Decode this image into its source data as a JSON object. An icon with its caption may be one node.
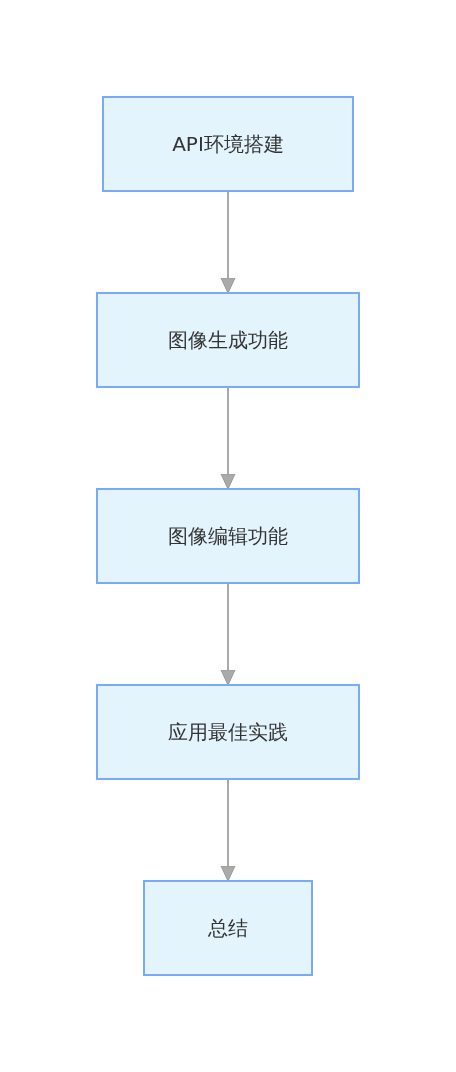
{
  "diagram": {
    "nodes": [
      {
        "text": [
          "API环境搭建"
        ]
      },
      {
        "text": [
          "图像生成功能"
        ]
      },
      {
        "text": [
          "图像编辑功能"
        ]
      },
      {
        "text": [
          "应用最佳实践"
        ]
      },
      {
        "text": [
          "总结"
        ]
      }
    ],
    "edges": [
      {
        "from": 0,
        "to": 1,
        "arrow": "to"
      },
      {
        "from": 1,
        "to": 2,
        "arrow": "to"
      },
      {
        "from": 2,
        "to": 3,
        "arrow": "to"
      },
      {
        "from": 3,
        "to": 4,
        "arrow": "to"
      }
    ]
  }
}
